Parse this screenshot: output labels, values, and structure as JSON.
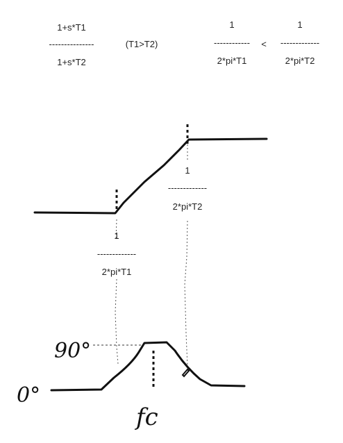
{
  "formula": {
    "tf_numerator": "1+s*T1",
    "tf_separator": "---------------",
    "tf_denominator": "1+s*T2",
    "condition": "(T1>T2)",
    "left_numerator": "1",
    "left_separator": "------------",
    "left_denominator": "2*pi*T1",
    "less_than": "<",
    "right_numerator": "1",
    "right_separator": "-------------",
    "right_denominator": "2*pi*T2"
  },
  "magnitude_plot": {
    "corner_high_numerator": "1",
    "corner_high_separator": "-------------",
    "corner_high_denominator": "2*pi*T2",
    "corner_low_numerator": "1",
    "corner_low_separator": "-------------",
    "corner_low_denominator": "2*pi*T1"
  },
  "phase_plot": {
    "label_90": "90°",
    "label_0": "0°",
    "label_fc": "fc"
  },
  "colors": {
    "ink": "#111111",
    "background": "#ffffff"
  }
}
